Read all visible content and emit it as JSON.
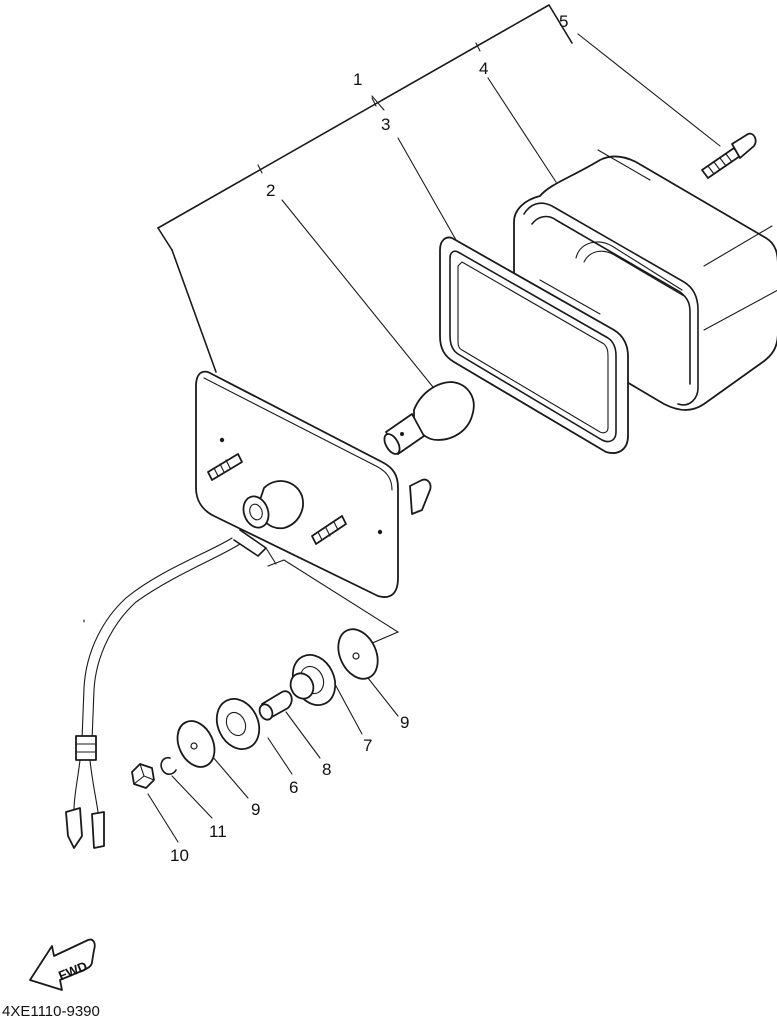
{
  "callouts": {
    "p1": "1",
    "p2": "2",
    "p3": "3",
    "p4": "4",
    "p5": "5",
    "p6": "6",
    "p7": "7",
    "p8": "8",
    "p9a": "9",
    "p9b": "9",
    "p10": "10",
    "p11": "11"
  },
  "direction_label": "FWD",
  "diagram_code": "4XE1110-9390",
  "icons": [
    "fwd-arrow-icon"
  ]
}
